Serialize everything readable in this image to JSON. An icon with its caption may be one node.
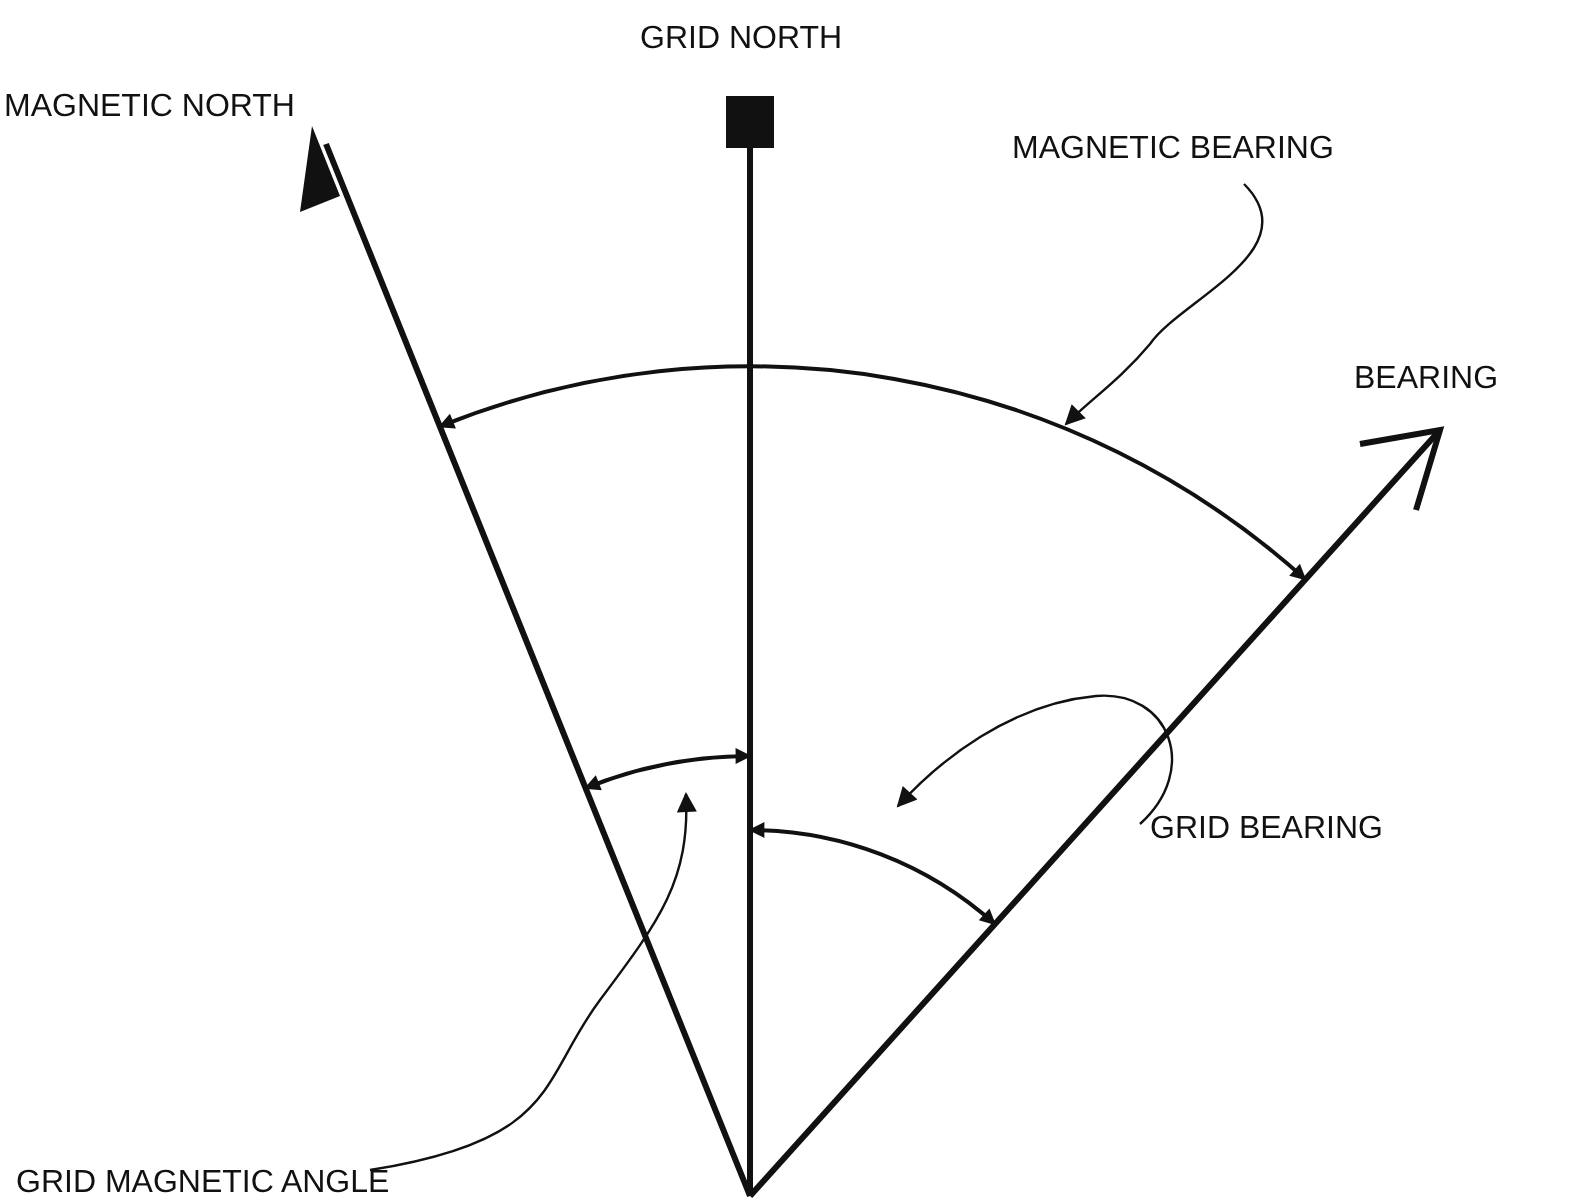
{
  "diagram": {
    "nodes": [
      {
        "text": [
          "MAGNETIC BEARING"
        ]
      },
      {
        "text": [
          "GRID BEARING"
        ]
      },
      {
        "text": [
          "GRID MAGNETIC ANGLE"
        ]
      },
      {
        "text": [],
        "shape": "arc"
      },
      {
        "text": [],
        "shape": "arc"
      },
      {
        "text": [],
        "shape": "arc"
      }
    ],
    "edges": [
      {
        "from": 0,
        "to": 3,
        "arrow": "to"
      },
      {
        "from": 1,
        "to": 5,
        "arrow": "to"
      },
      {
        "from": 2,
        "to": 4,
        "arrow": "to"
      }
    ],
    "labels": [
      "MAGNETIC NORTH",
      "GRID NORTH",
      "BEARING"
    ]
  }
}
